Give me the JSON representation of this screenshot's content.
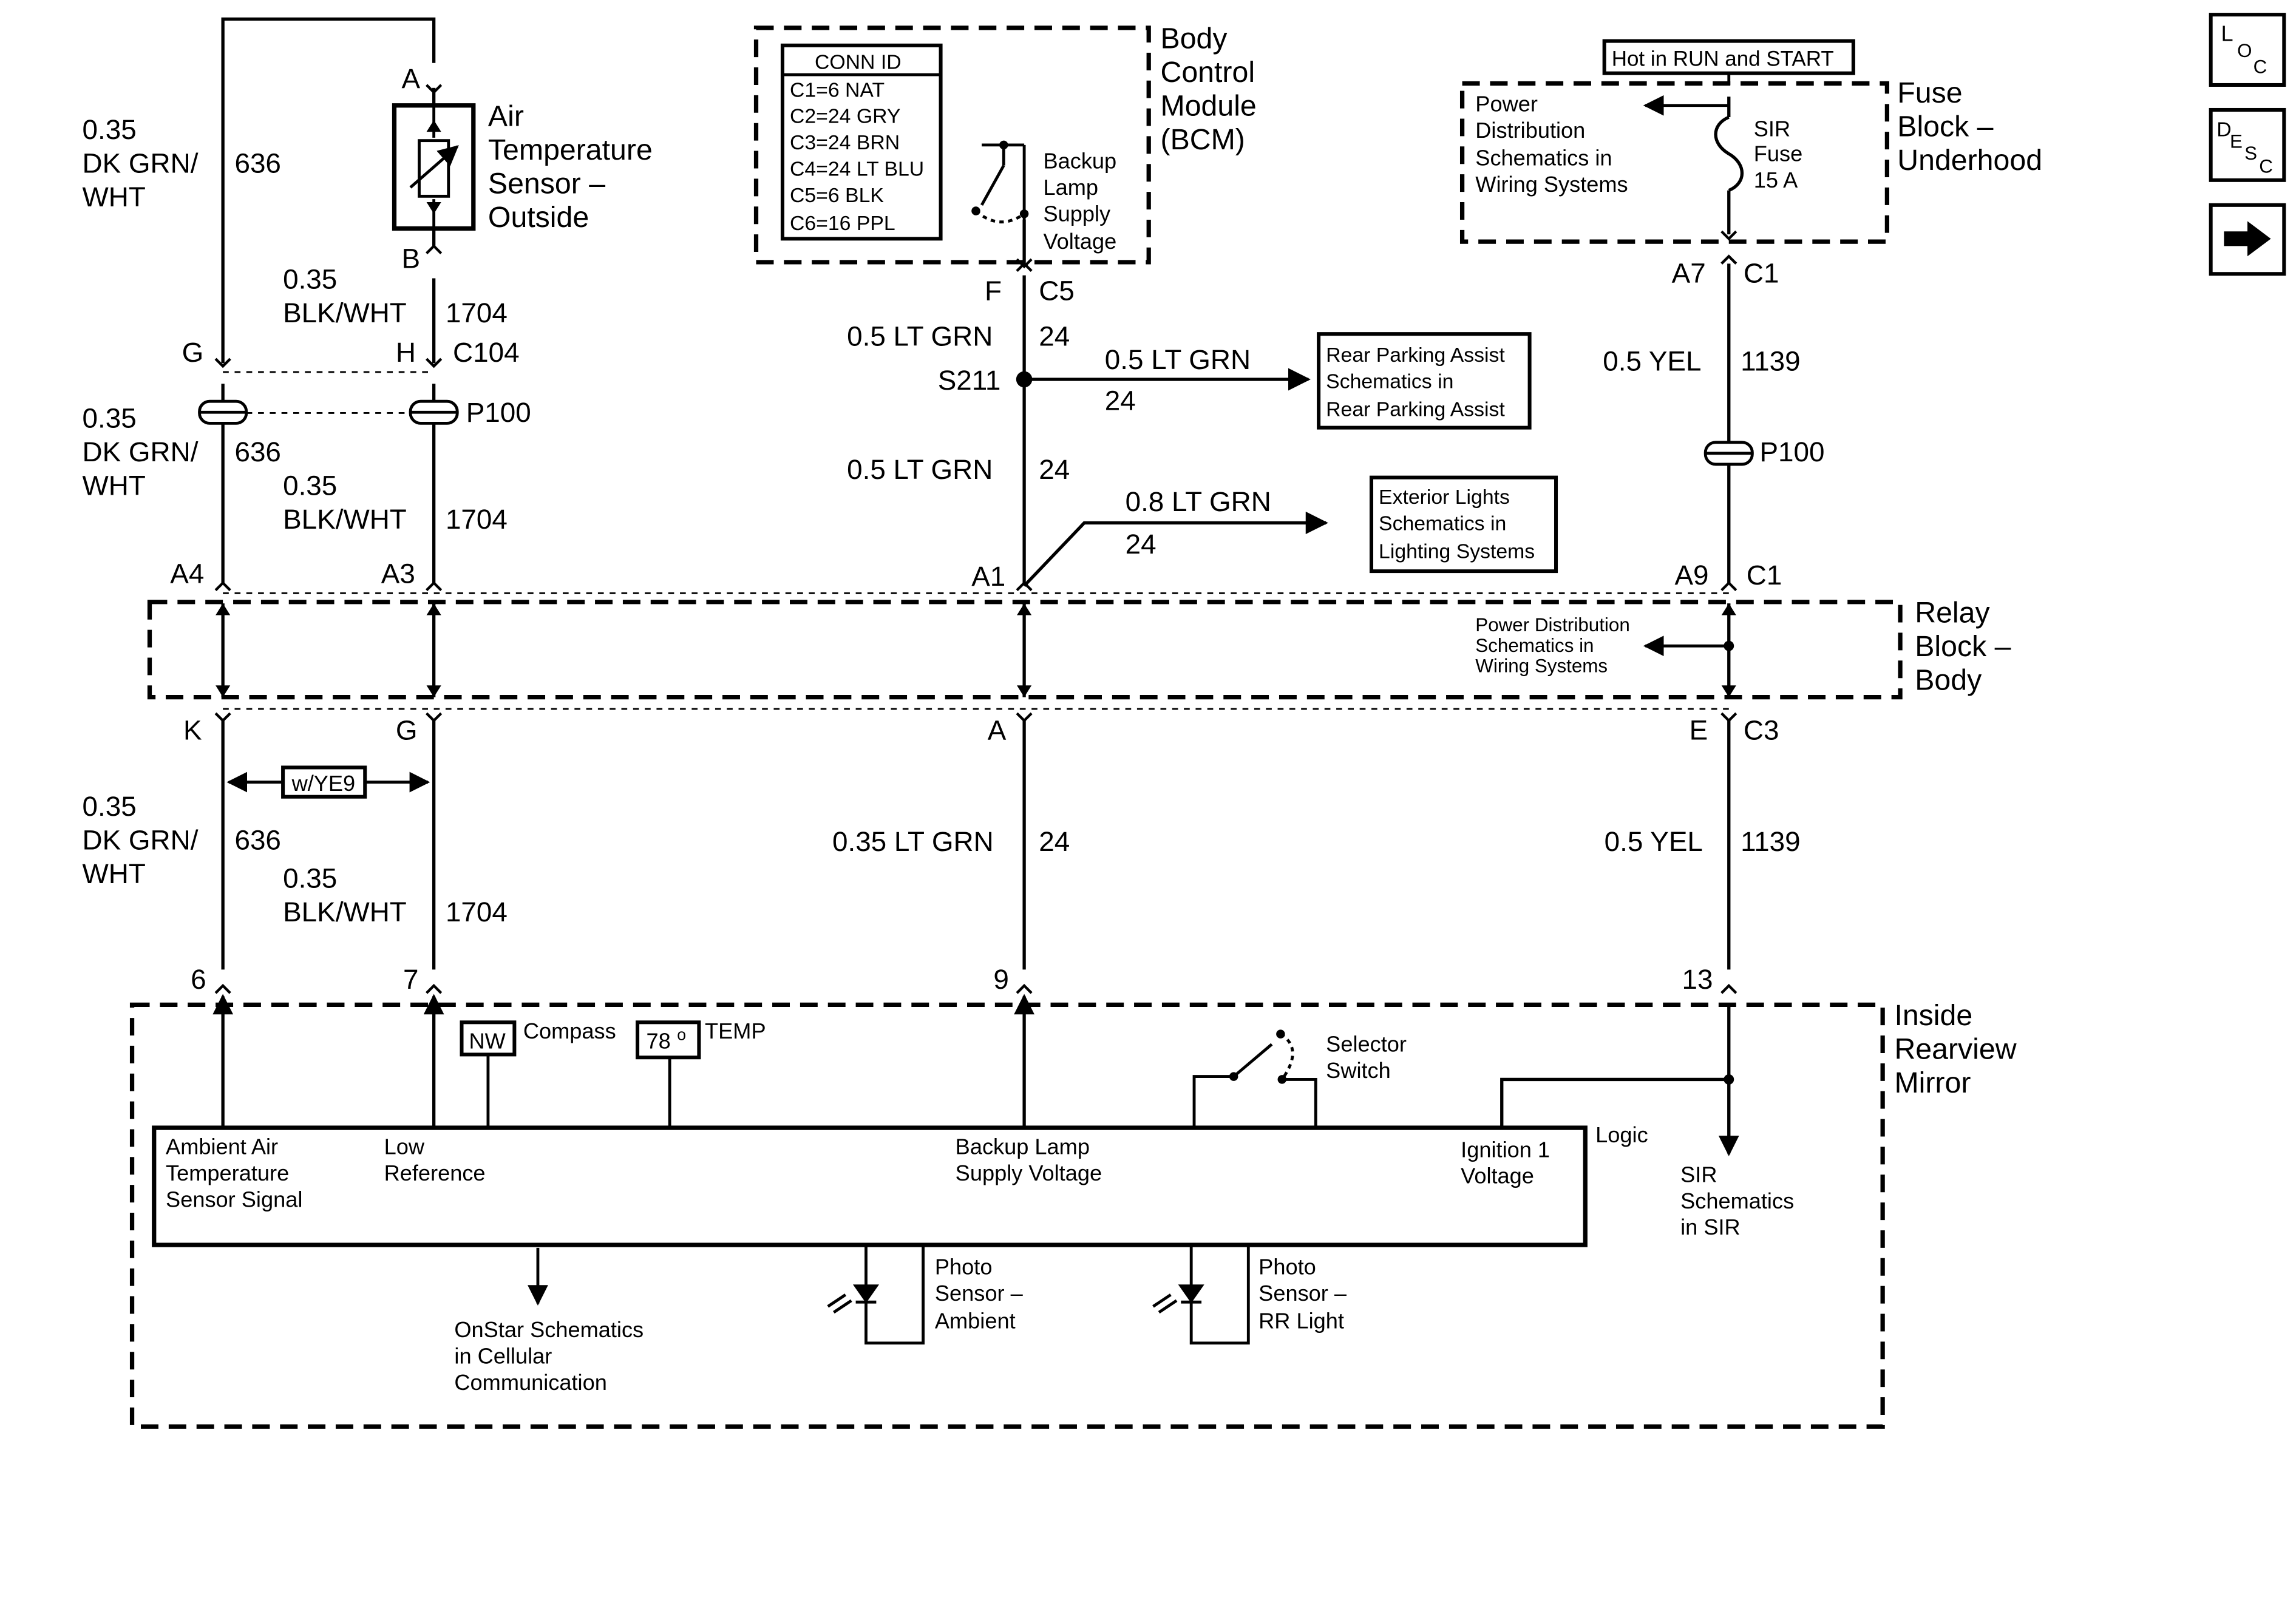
{
  "nav": {
    "loc": {
      "l": "L",
      "o": "O",
      "c": "C"
    },
    "desc": {
      "d": "D",
      "e": "E",
      "s": "S",
      "c": "C"
    },
    "next": "next-arrow-icon"
  },
  "modules": {
    "bcm": {
      "l1": "Body",
      "l2": "Control",
      "l3": "Module",
      "l4": "(BCM)"
    },
    "fuse_block": {
      "l1": "Fuse",
      "l2": "Block –",
      "l3": "Underhood"
    },
    "relay_block": {
      "l1": "Relay",
      "l2": "Block –",
      "l3": "Body"
    },
    "mirror": {
      "l1": "Inside",
      "l2": "Rearview",
      "l3": "Mirror"
    },
    "sensor": {
      "l1": "Air",
      "l2": "Temperature",
      "l3": "Sensor –",
      "l4": "Outside"
    }
  },
  "conn_id": {
    "title": "CONN ID",
    "rows": [
      "C1=6 NAT",
      "C2=24 GRY",
      "C3=24 BRN",
      "C4=24 LT BLU",
      "C5=6 BLK",
      "C6=16 PPL"
    ]
  },
  "bcm_switch": {
    "l1": "Backup",
    "l2": "Lamp",
    "l3": "Supply",
    "l4": "Voltage"
  },
  "hot_label": "Hot in RUN and START",
  "fuse": {
    "l1": "SIR",
    "l2": "Fuse",
    "l3": "15 A"
  },
  "power_dist_top": {
    "l1": "Power",
    "l2": "Distribution",
    "l3": "Schematics in",
    "l4": "Wiring Systems"
  },
  "power_dist_relay": {
    "l1": "Power Distribution",
    "l2": "Schematics in",
    "l3": "Wiring Systems"
  },
  "rear_parking": {
    "l1": "Rear Parking Assist",
    "l2": "Schematics in",
    "l3": "Rear Parking Assist"
  },
  "exterior_lights": {
    "l1": "Exterior Lights",
    "l2": "Schematics in",
    "l3": "Lighting Systems"
  },
  "pins": {
    "sensor_a": "A",
    "sensor_b": "B",
    "g_top": "G",
    "h_top": "H",
    "c104": "C104",
    "p100_left": "P100",
    "p100_right": "P100",
    "f": "F",
    "c5": "C5",
    "s211": "S211",
    "a7": "A7",
    "c1_top": "C1",
    "a4": "A4",
    "a3": "A3",
    "a1": "A1",
    "a9": "A9",
    "c1_mid": "C1",
    "k": "K",
    "g_bot": "G",
    "a_bot": "A",
    "e": "E",
    "c3": "C3",
    "m6": "6",
    "m7": "7",
    "m9": "9",
    "m13": "13"
  },
  "wires": {
    "w1": {
      "gauge": "0.35",
      "color1": "DK GRN/",
      "color2": "WHT",
      "circuit": "636"
    },
    "w2": {
      "gauge": "0.35",
      "color": "BLK/WHT",
      "circuit": "1704"
    },
    "w3": {
      "gauge": "0.35",
      "color1": "DK GRN/",
      "color2": "WHT",
      "circuit": "636"
    },
    "w4": {
      "gauge": "0.35",
      "color": "BLK/WHT",
      "circuit": "1704"
    },
    "w5": {
      "gauge": "0.35",
      "color1": "DK GRN/",
      "color2": "WHT",
      "circuit": "636"
    },
    "w6": {
      "gauge": "0.35",
      "color": "BLK/WHT",
      "circuit": "1704"
    },
    "bcm_out": {
      "label": "0.5 LT GRN",
      "circuit": "24"
    },
    "rpa": {
      "label": "0.5 LT GRN",
      "circuit": "24"
    },
    "bcm_mid": {
      "label": "0.5 LT GRN",
      "circuit": "24"
    },
    "ext": {
      "label": "0.8 LT GRN",
      "circuit": "24"
    },
    "bcm_bot": {
      "label": "0.35 LT GRN",
      "circuit": "24"
    },
    "yel_top": {
      "label": "0.5 YEL",
      "circuit": "1139"
    },
    "yel_bot": {
      "label": "0.5 YEL",
      "circuit": "1139"
    }
  },
  "option": "w/YE9",
  "mirror_inner": {
    "compass_box": "NW",
    "compass_label": "Compass",
    "temp_box": "78",
    "temp_deg": "o",
    "temp_label": "TEMP",
    "selector": {
      "l1": "Selector",
      "l2": "Switch"
    },
    "logic": "Logic",
    "ambient": {
      "l1": "Ambient Air",
      "l2": "Temperature",
      "l3": "Sensor Signal"
    },
    "low_ref": {
      "l1": "Low",
      "l2": "Reference"
    },
    "backup": {
      "l1": "Backup Lamp",
      "l2": "Supply Voltage"
    },
    "ign": {
      "l1": "Ignition 1",
      "l2": "Voltage"
    },
    "sir": {
      "l1": "SIR",
      "l2": "Schematics",
      "l3": "in SIR"
    },
    "onstar": {
      "l1": "OnStar Schematics",
      "l2": "in Cellular",
      "l3": "Communication"
    },
    "photo_amb": {
      "l1": "Photo",
      "l2": "Sensor –",
      "l3": "Ambient"
    },
    "photo_rr": {
      "l1": "Photo",
      "l2": "Sensor –",
      "l3": "RR Light"
    }
  }
}
